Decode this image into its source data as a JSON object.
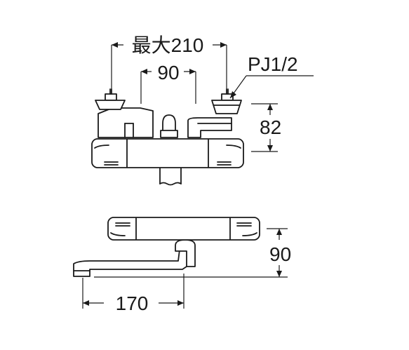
{
  "dimensions": {
    "max_width": "最大210",
    "inlet_spacing": "90",
    "thread": "PJ1/2",
    "height": "82",
    "depth": "90",
    "spout_reach": "170"
  },
  "colors": {
    "line": "#1a1a1a",
    "background": "#ffffff"
  }
}
